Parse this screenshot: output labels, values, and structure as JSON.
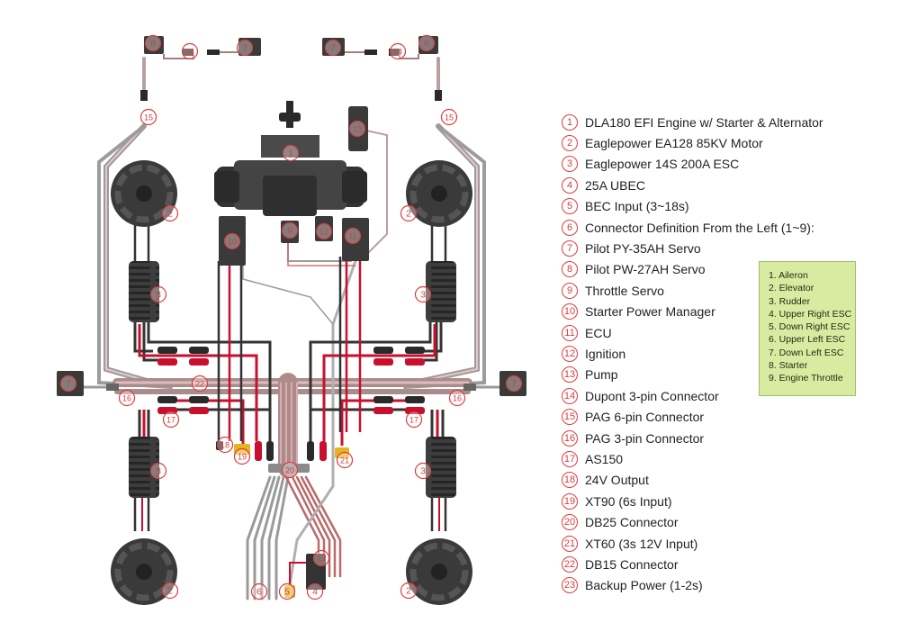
{
  "legend": [
    {
      "num": "1",
      "label": "DLA180 EFI Engine w/ Starter & Alternator"
    },
    {
      "num": "2",
      "label": "Eaglepower EA128 85KV Motor"
    },
    {
      "num": "3",
      "label": "Eaglepower 14S 200A ESC"
    },
    {
      "num": "4",
      "label": "25A UBEC"
    },
    {
      "num": "5",
      "label": "BEC Input (3~18s)"
    },
    {
      "num": "6",
      "label": "Connector Definition From the Left (1~9):"
    },
    {
      "num": "7",
      "label": "Pilot PY-35AH Servo"
    },
    {
      "num": "8",
      "label": "Pilot PW-27AH Servo"
    },
    {
      "num": "9",
      "label": "Throttle Servo"
    },
    {
      "num": "10",
      "label": "Starter Power Manager"
    },
    {
      "num": "11",
      "label": "ECU"
    },
    {
      "num": "12",
      "label": "Ignition"
    },
    {
      "num": "13",
      "label": "Pump"
    },
    {
      "num": "14",
      "label": "Dupont 3-pin Connector"
    },
    {
      "num": "15",
      "label": "PAG 6-pin Connector"
    },
    {
      "num": "16",
      "label": "PAG 3-pin Connector"
    },
    {
      "num": "17",
      "label": "AS150"
    },
    {
      "num": "18",
      "label": "24V Output"
    },
    {
      "num": "19",
      "label": "XT90 (6s Input)"
    },
    {
      "num": "20",
      "label": "DB25 Connector"
    },
    {
      "num": "21",
      "label": "XT60 (3s 12V Input)"
    },
    {
      "num": "22",
      "label": "DB15 Connector"
    },
    {
      "num": "23",
      "label": "Backup Power (1-2s)"
    }
  ],
  "callout": {
    "lines": [
      "1. Aileron",
      "2. Elevator",
      "3. Rudder",
      "4. Upper Right ESC",
      "5. Down Right ESC",
      "6. Upper Left ESC",
      "7. Down Left ESC",
      "8. Starter",
      "9. Engine Throttle"
    ]
  },
  "diagram_markers": {
    "engine": "1",
    "motor": "2",
    "esc": "3",
    "ubec": "4",
    "bec_input": "5",
    "connector_def": "6",
    "servo_35": "7",
    "servo_27": "8",
    "throttle_servo": "9",
    "starter_pm": "10",
    "ecu": "11",
    "ignition": "12",
    "pump": "13",
    "dupont": "14",
    "pag6": "15",
    "pag3": "16",
    "as150": "17",
    "out24": "18",
    "xt90": "19",
    "db25": "20",
    "xt60": "21",
    "db15": "22",
    "backup": "23"
  },
  "colors": {
    "accent_red": "#e03a3a",
    "wire_red": "#c8102e",
    "wire_dark": "#333333",
    "component_dark": "#3a3a3a",
    "connector_yellow": "#e6b422",
    "callout_bg": "#d9eba0"
  }
}
